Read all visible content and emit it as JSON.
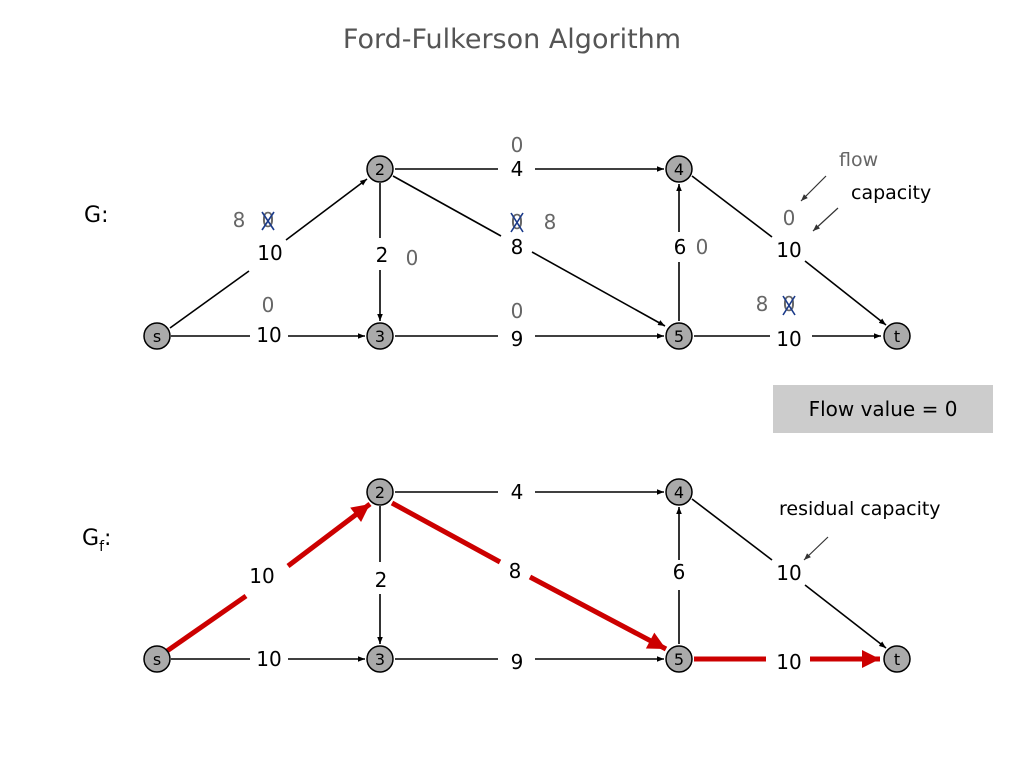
{
  "title": "Ford-Fulkerson Algorithm",
  "graph_g": {
    "label": "G",
    "label_suffix": ":",
    "nodes": [
      "s",
      "2",
      "3",
      "4",
      "5",
      "t"
    ],
    "edges": [
      {
        "from": "s",
        "to": "2",
        "capacity": "10",
        "flow": "8",
        "old_flow": "0"
      },
      {
        "from": "s",
        "to": "3",
        "capacity": "10",
        "flow": "0"
      },
      {
        "from": "2",
        "to": "3",
        "capacity": "2",
        "flow": "0"
      },
      {
        "from": "2",
        "to": "4",
        "capacity": "4",
        "flow": "0"
      },
      {
        "from": "2",
        "to": "5",
        "capacity": "8",
        "flow": "8",
        "old_flow": "0"
      },
      {
        "from": "3",
        "to": "5",
        "capacity": "9",
        "flow": "0"
      },
      {
        "from": "5",
        "to": "4",
        "capacity": "6",
        "flow": "0"
      },
      {
        "from": "4",
        "to": "t",
        "capacity": "10",
        "flow": "0"
      },
      {
        "from": "5",
        "to": "t",
        "capacity": "10",
        "flow": "8",
        "old_flow": "0"
      }
    ]
  },
  "graph_gf": {
    "label": "G",
    "label_sub": "f",
    "label_suffix": ":",
    "nodes": [
      "s",
      "2",
      "3",
      "4",
      "5",
      "t"
    ],
    "edges": [
      {
        "from": "s",
        "to": "2",
        "residual": "10",
        "highlighted": true
      },
      {
        "from": "s",
        "to": "3",
        "residual": "10",
        "highlighted": false
      },
      {
        "from": "2",
        "to": "3",
        "residual": "2",
        "highlighted": false
      },
      {
        "from": "2",
        "to": "4",
        "residual": "4",
        "highlighted": false
      },
      {
        "from": "2",
        "to": "5",
        "residual": "8",
        "highlighted": true
      },
      {
        "from": "3",
        "to": "5",
        "residual": "9",
        "highlighted": false
      },
      {
        "from": "5",
        "to": "4",
        "residual": "6",
        "highlighted": false
      },
      {
        "from": "4",
        "to": "t",
        "residual": "10",
        "highlighted": false
      },
      {
        "from": "5",
        "to": "t",
        "residual": "10",
        "highlighted": true
      }
    ]
  },
  "legend": {
    "flow": "flow",
    "capacity": "capacity",
    "residual_capacity": "residual capacity"
  },
  "flow_box": {
    "text": "Flow value = 0",
    "background": "#cccccc"
  },
  "colors": {
    "augmenting_path": "#cc0000",
    "node_fill": "#aaaaaa",
    "flow_text": "#666666",
    "strike_mark": "#1a3a8a"
  }
}
